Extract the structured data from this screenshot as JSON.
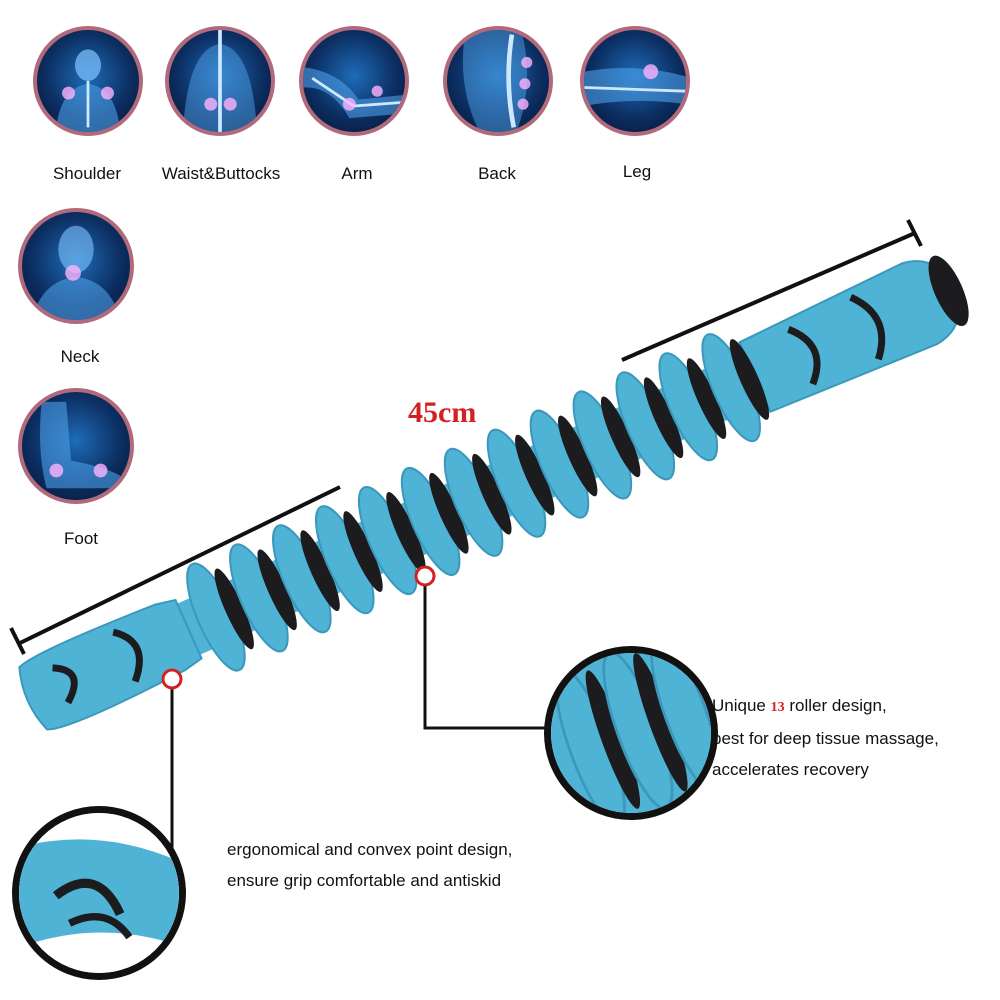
{
  "body_regions": [
    {
      "label": "Shoulder"
    },
    {
      "label": "Waist&Buttocks"
    },
    {
      "label": "Arm"
    },
    {
      "label": "Back"
    },
    {
      "label": "Leg"
    },
    {
      "label": "Neck"
    },
    {
      "label": "Foot"
    }
  ],
  "dimension": {
    "length_label": "45cm"
  },
  "roller_callout": {
    "line1_prefix": "Unique",
    "roller_count": "13",
    "line1_suffix": "roller design,",
    "line2": "best for deep tissue massage,",
    "line3": "accelerates recovery"
  },
  "grip_callout": {
    "line1": "ergonomical and convex point design,",
    "line2": "ensure grip comfortable and antiskid"
  },
  "colors": {
    "roller_blue": "#4fb3d6",
    "roller_dark": "#1c1c1e",
    "accent_red": "#d42020",
    "circle_border": "#b06a7c"
  }
}
